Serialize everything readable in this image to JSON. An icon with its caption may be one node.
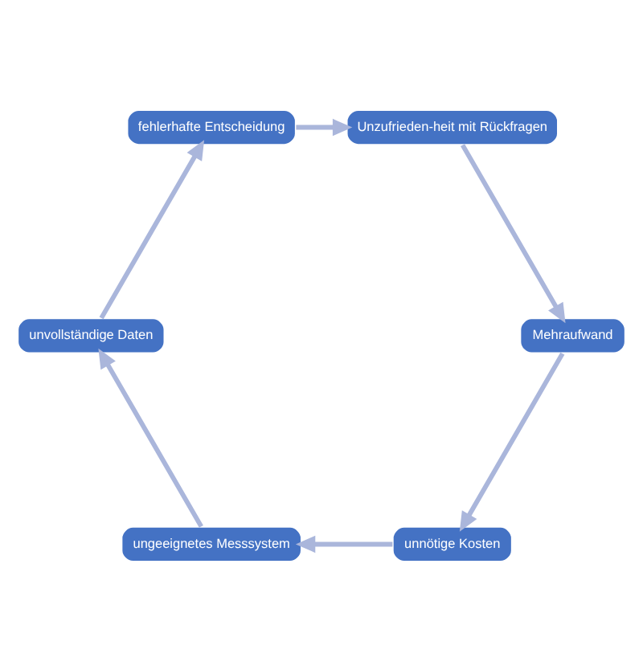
{
  "diagram": {
    "nodes": [
      {
        "text": [
          "unnötige Kosten"
        ]
      },
      {
        "text": [
          "ungeeignetes Messsystem"
        ]
      },
      {
        "text": [
          "Mehraufwand"
        ]
      },
      {
        "text": [
          "unvollständige Daten"
        ]
      },
      {
        "text": [
          "Unzufrieden-heit mit Rückfragen"
        ]
      },
      {
        "text": [
          "fehlerhafte Entscheidung"
        ]
      }
    ],
    "edges": [
      {
        "from": 1,
        "to": 3,
        "arrow": "to"
      },
      {
        "from": 3,
        "to": 5,
        "arrow": "to"
      },
      {
        "from": 5,
        "to": 4,
        "arrow": "to"
      },
      {
        "from": 4,
        "to": 2,
        "arrow": "to"
      },
      {
        "from": 2,
        "to": 0,
        "arrow": "to"
      },
      {
        "from": 0,
        "to": 1,
        "arrow": "to"
      }
    ]
  }
}
